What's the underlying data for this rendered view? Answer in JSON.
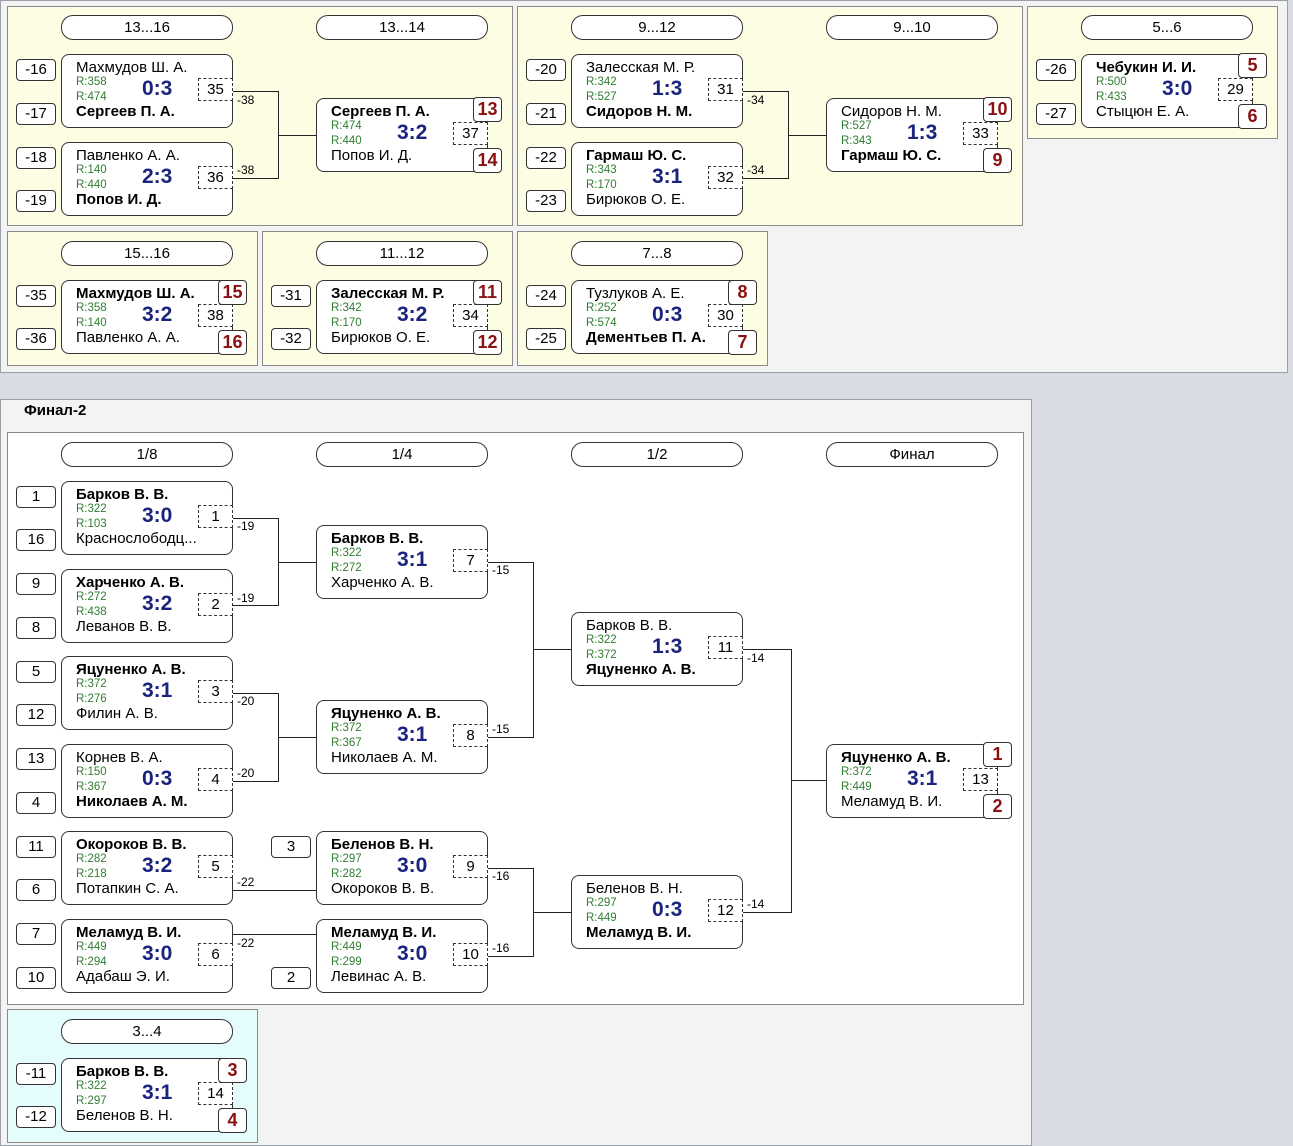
{
  "section_title": "Финал-2",
  "top": {
    "p13_16": {
      "label_a": "13...16",
      "label_b": "13...14",
      "seeds": [
        "-16",
        "-17",
        "-18",
        "-19"
      ],
      "m35": {
        "p1": "Махмудов Ш. А.",
        "r1": "R:358",
        "r2": "R:474",
        "p2": "Сергеев П. А.",
        "score": "0:3",
        "num": "35",
        "tag": "-38"
      },
      "m36": {
        "p1": "Павленко А. А.",
        "r1": "R:140",
        "r2": "R:440",
        "p2": "Попов И. Д.",
        "score": "2:3",
        "num": "36",
        "tag": "-38"
      },
      "m37": {
        "p1": "Сергеев П. А.",
        "r1": "R:474",
        "r2": "R:440",
        "p2": "Попов И. Д.",
        "score": "3:2",
        "num": "37",
        "place1": "13",
        "place2": "14"
      }
    },
    "p9_12": {
      "label_a": "9...12",
      "label_b": "9...10",
      "seeds": [
        "-20",
        "-21",
        "-22",
        "-23"
      ],
      "m31": {
        "p1": "Залесская М. Р.",
        "r1": "R:342",
        "r2": "R:527",
        "p2": "Сидоров Н. М.",
        "score": "1:3",
        "num": "31",
        "tag": "-34"
      },
      "m32": {
        "p1": "Гармаш Ю. С.",
        "r1": "R:343",
        "r2": "R:170",
        "p2": "Бирюков О. Е.",
        "score": "3:1",
        "num": "32",
        "tag": "-34"
      },
      "m33": {
        "p1": "Сидоров Н. М.",
        "r1": "R:527",
        "r2": "R:343",
        "p2": "Гармаш Ю. С.",
        "score": "1:3",
        "num": "33",
        "place1": "10",
        "place2": "9"
      }
    },
    "p5_6": {
      "label": "5...6",
      "seeds": [
        "-26",
        "-27"
      ],
      "m29": {
        "p1": "Чебукин И. И.",
        "r1": "R:500",
        "r2": "R:433",
        "p2": "Стыцюн Е. А.",
        "score": "3:0",
        "num": "29",
        "place1": "5",
        "place2": "6"
      }
    },
    "p15_16": {
      "label": "15...16",
      "seeds": [
        "-35",
        "-36"
      ],
      "m38": {
        "p1": "Махмудов Ш. А.",
        "r1": "R:358",
        "r2": "R:140",
        "p2": "Павленко А. А.",
        "score": "3:2",
        "num": "38",
        "place1": "15",
        "place2": "16"
      }
    },
    "p11_12": {
      "label": "11...12",
      "seeds": [
        "-31",
        "-32"
      ],
      "m34": {
        "p1": "Залесская М. Р.",
        "r1": "R:342",
        "r2": "R:170",
        "p2": "Бирюков О. Е.",
        "score": "3:2",
        "num": "34",
        "place1": "11",
        "place2": "12"
      }
    },
    "p7_8": {
      "label": "7...8",
      "seeds": [
        "-24",
        "-25"
      ],
      "m30": {
        "p1": "Тузлуков А. Е.",
        "r1": "R:252",
        "r2": "R:574",
        "p2": "Дементьев П. А.",
        "score": "0:3",
        "num": "30",
        "place1": "8",
        "place2": "7"
      }
    }
  },
  "main": {
    "labels": [
      "1/8",
      "1/4",
      "1/2",
      "Финал"
    ],
    "seeds": [
      "1",
      "16",
      "9",
      "8",
      "5",
      "12",
      "13",
      "4",
      "11",
      "6",
      "7",
      "10",
      "3",
      "2"
    ],
    "m1": {
      "p1": "Барков В. В.",
      "r1": "R:322",
      "r2": "R:103",
      "p2": "Краснослободц...",
      "score": "3:0",
      "num": "1",
      "tag": "-19"
    },
    "m2": {
      "p1": "Харченко А. В.",
      "r1": "R:272",
      "r2": "R:438",
      "p2": "Леванов В. В.",
      "score": "3:2",
      "num": "2",
      "tag": "-19"
    },
    "m3": {
      "p1": "Яцуненко А. В.",
      "r1": "R:372",
      "r2": "R:276",
      "p2": "Филин А. В.",
      "score": "3:1",
      "num": "3",
      "tag": "-20"
    },
    "m4": {
      "p1": "Корнев В. А.",
      "r1": "R:150",
      "r2": "R:367",
      "p2": "Николаев А. М.",
      "score": "0:3",
      "num": "4",
      "tag": "-20"
    },
    "m5": {
      "p1": "Окороков В. В.",
      "r1": "R:282",
      "r2": "R:218",
      "p2": "Потапкин С. А.",
      "score": "3:2",
      "num": "5",
      "tag": "-22"
    },
    "m6": {
      "p1": "Меламуд В. И.",
      "r1": "R:449",
      "r2": "R:294",
      "p2": "Адабаш Э. И.",
      "score": "3:0",
      "num": "6",
      "tag": "-22"
    },
    "m7": {
      "p1": "Барков В. В.",
      "r1": "R:322",
      "r2": "R:272",
      "p2": "Харченко А. В.",
      "score": "3:1",
      "num": "7",
      "tag": "-15"
    },
    "m8": {
      "p1": "Яцуненко А. В.",
      "r1": "R:372",
      "r2": "R:367",
      "p2": "Николаев А. М.",
      "score": "3:1",
      "num": "8",
      "tag": "-15"
    },
    "m9": {
      "p1": "Беленов В. Н.",
      "r1": "R:297",
      "r2": "R:282",
      "p2": "Окороков В. В.",
      "score": "3:0",
      "num": "9",
      "tag": "-16"
    },
    "m10": {
      "p1": "Меламуд В. И.",
      "r1": "R:449",
      "r2": "R:299",
      "p2": "Левинас А. В.",
      "score": "3:0",
      "num": "10",
      "tag": "-16"
    },
    "m11": {
      "p1": "Барков В. В.",
      "r1": "R:322",
      "r2": "R:372",
      "p2": "Яцуненко А. В.",
      "score": "1:3",
      "num": "11",
      "tag": "-14"
    },
    "m12": {
      "p1": "Беленов В. Н.",
      "r1": "R:297",
      "r2": "R:449",
      "p2": "Меламуд В. И.",
      "score": "0:3",
      "num": "12",
      "tag": "-14"
    },
    "m13": {
      "p1": "Яцуненко А. В.",
      "r1": "R:372",
      "r2": "R:449",
      "p2": "Меламуд В. И.",
      "score": "3:1",
      "num": "13",
      "place1": "1",
      "place2": "2"
    }
  },
  "third": {
    "label": "3...4",
    "seeds": [
      "-11",
      "-12"
    ],
    "m14": {
      "p1": "Барков В. В.",
      "r1": "R:322",
      "r2": "R:297",
      "p2": "Беленов В. Н.",
      "score": "3:1",
      "num": "14",
      "place1": "3",
      "place2": "4"
    }
  }
}
